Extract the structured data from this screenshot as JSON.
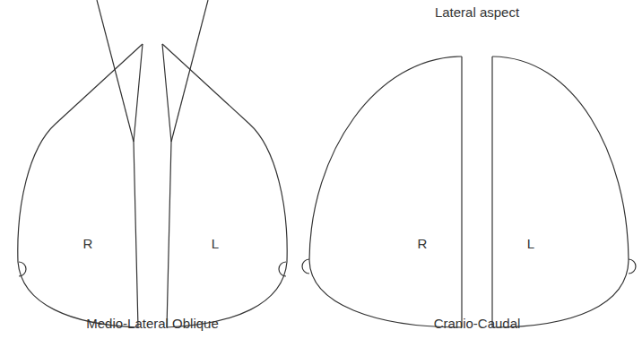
{
  "diagram": {
    "labels": [
      "Lateral aspect",
      "R",
      "L",
      "R",
      "L",
      "Medio-Lateral Oblique",
      "Cranio-Caudal"
    ]
  }
}
